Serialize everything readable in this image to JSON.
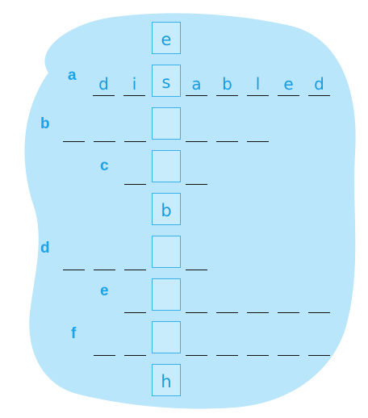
{
  "clue_letters": [
    "a",
    "b",
    "c",
    "d",
    "e",
    "f"
  ],
  "column_letters": [
    "e",
    "s",
    "",
    "",
    "b",
    "",
    "",
    "",
    "h"
  ],
  "row_a_letters": [
    "d",
    "i",
    "s",
    "a",
    "b",
    "l",
    "e",
    "d"
  ],
  "colors": {
    "background_blob": "#b9e6fb",
    "accent": "#1aa3e8",
    "box_border": "#3ab0ea"
  }
}
